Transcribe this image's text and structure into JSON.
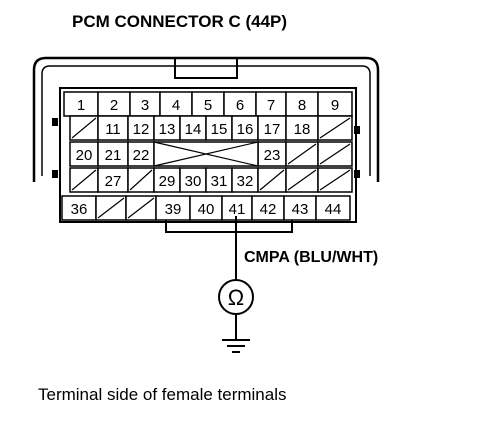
{
  "title": "PCM CONNECTOR C (44P)",
  "wire_label": "CMPA (BLU/WHT)",
  "meter_symbol": "Ω",
  "caption": "Terminal side of female terminals",
  "rows": [
    [
      "1",
      "2",
      "3",
      "4",
      "5",
      "6",
      "7",
      "8",
      "9"
    ],
    [
      "",
      "11",
      "12",
      "13",
      "14",
      "15",
      "16",
      "17",
      "18",
      ""
    ],
    [
      "20",
      "21",
      "22",
      "",
      "",
      "",
      "",
      "23",
      "",
      ""
    ],
    [
      "",
      "27",
      "",
      "29",
      "30",
      "31",
      "32",
      "",
      "",
      ""
    ],
    [
      "36",
      "",
      "",
      "39",
      "40",
      "41",
      "42",
      "43",
      "44"
    ]
  ],
  "probed_terminal": "41"
}
